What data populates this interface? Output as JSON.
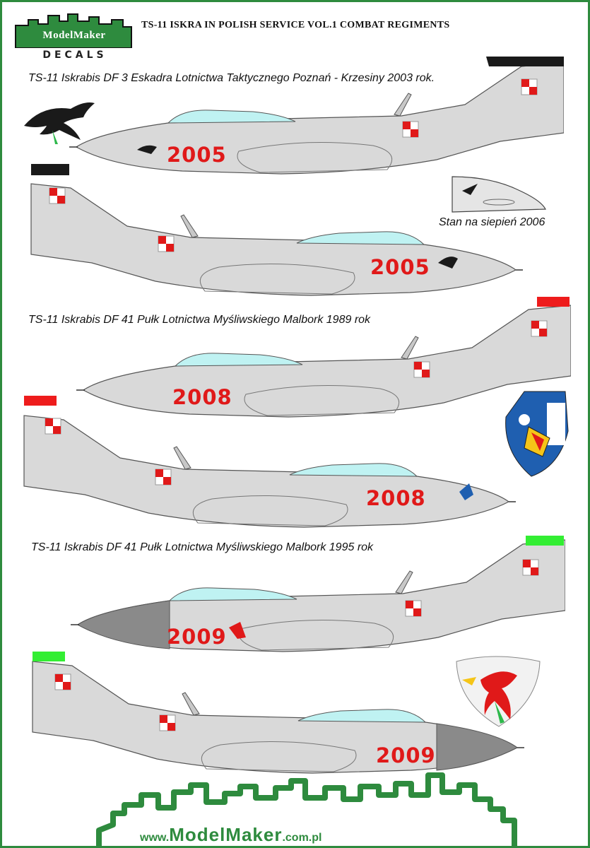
{
  "brand": {
    "logo_line1": "ModelMaker",
    "logo_line2": "DECALS"
  },
  "header": {
    "title": "TS-11 ISKRA IN POLISH SERVICE VOL.1 COMBAT REGIMENTS"
  },
  "sections": [
    {
      "title": "TS-11 Iskrabis DF 3 Eskadra Lotnictwa Taktycznego Poznań - Krzesiny 2003 rok.",
      "serial": "2005",
      "fin_tip_color": "#1a1a1a",
      "caption": "Stan na siepień 2006"
    },
    {
      "title": "TS-11 Iskrabis DF  41 Pułk Lotnictwa Myśliwskiego Malbork 1989 rok",
      "serial": "2008",
      "fin_tip_color": "#ee1c1c"
    },
    {
      "title": "TS-11 Iskrabis DF   41 Pułk Lotnictwa Myśliwskiego Malbork 1995 rok",
      "serial": "2009",
      "fin_tip_color": "#33ee33",
      "nose_color": "#8a8a8a"
    }
  ],
  "footer": {
    "url_prefix": "www.",
    "url_main": "ModelMaker",
    "url_suffix": ".com.pl"
  },
  "colors": {
    "brand_green": "#2e8b3e",
    "airframe_grey": "#d9d9d9",
    "canopy": "#bff2f2",
    "serial_red": "#e01919"
  }
}
